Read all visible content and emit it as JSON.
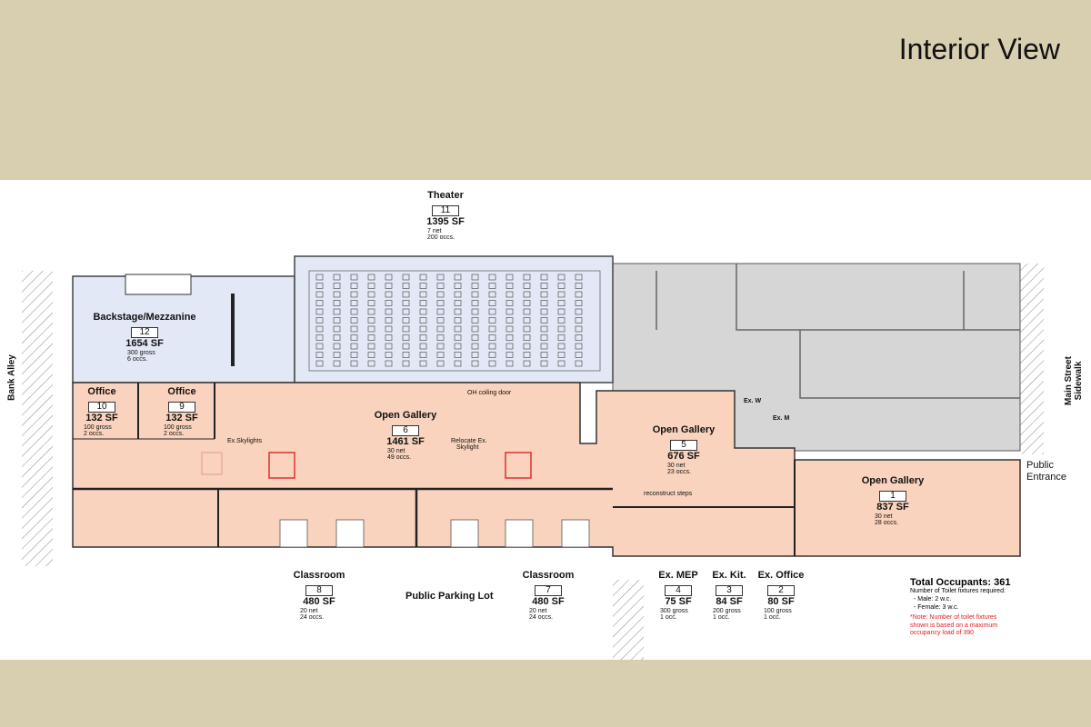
{
  "slide": {
    "title": "Interior View"
  },
  "rooms": [
    {
      "id": "theater",
      "name": "Theater",
      "number": "11",
      "area": "1395 SF",
      "detail1": "7 net",
      "detail2": "200 occs."
    },
    {
      "id": "backstage",
      "name": "Backstage/Mezzanine",
      "number": "12",
      "area": "1654 SF",
      "detail1": "300 gross",
      "detail2": "6 occs."
    },
    {
      "id": "office-10",
      "name": "Office",
      "number": "10",
      "area": "132 SF",
      "detail1": "100 gross",
      "detail2": "2 occs."
    },
    {
      "id": "office-9",
      "name": "Office",
      "number": "9",
      "area": "132 SF",
      "detail1": "100 gross",
      "detail2": "2 occs."
    },
    {
      "id": "gallery-6",
      "name": "Open Gallery",
      "number": "6",
      "area": "1461 SF",
      "detail1": "30 net",
      "detail2": "49 occs."
    },
    {
      "id": "gallery-5",
      "name": "Open Gallery",
      "number": "5",
      "area": "676 SF",
      "detail1": "30 net",
      "detail2": "23 occs."
    },
    {
      "id": "gallery-1",
      "name": "Open Gallery",
      "number": "1",
      "area": "837 SF",
      "detail1": "30 net",
      "detail2": "28 occs."
    },
    {
      "id": "classroom-8",
      "name": "Classroom",
      "number": "8",
      "area": "480 SF",
      "detail1": "20 net",
      "detail2": "24 occs."
    },
    {
      "id": "classroom-7",
      "name": "Classroom",
      "number": "7",
      "area": "480 SF",
      "detail1": "20 net",
      "detail2": "24 occs."
    },
    {
      "id": "mep",
      "name": "Ex. MEP",
      "number": "4",
      "area": "75 SF",
      "detail1": "300 gross",
      "detail2": "1 occ."
    },
    {
      "id": "kit",
      "name": "Ex. Kit.",
      "number": "3",
      "area": "84 SF",
      "detail1": "200 gross",
      "detail2": "1 occ."
    },
    {
      "id": "ex-office",
      "name": "Ex. Office",
      "number": "2",
      "area": "80 SF",
      "detail1": "100 gross",
      "detail2": "1 occ."
    }
  ],
  "notes": {
    "oh_door": "OH coiling door",
    "ex_skylights": "Ex.Skylights",
    "relocate_1": "Relocate Ex.",
    "relocate_2": "Skylight",
    "steps": "reconstruct steps",
    "ex_w": "Ex. W",
    "ex_m": "Ex. M"
  },
  "sides": {
    "bank_alley": "Bank Alley",
    "main_street_1": "Main Street",
    "main_street_2": "Sidewalk",
    "public_entrance_1": "Public",
    "public_entrance_2": "Entrance",
    "parking": "Public Parking Lot"
  },
  "occupancy": {
    "title": "Total Occupants: 361",
    "line1": "Number of Toilet fixtures required:",
    "line2": "- Male: 2 w.c.",
    "line3": "- Female: 3 w.c.",
    "red1": "*Note: Number of toilet fixtures",
    "red2": "shown is based on a maximum",
    "red3": "occupancy load of 390"
  },
  "colors": {
    "gallery": "#f9d3bd",
    "backstage": "#e2e8f6",
    "existing": "#d6d6d6",
    "band": "#d8ceb0",
    "note_red": "#e02020"
  }
}
